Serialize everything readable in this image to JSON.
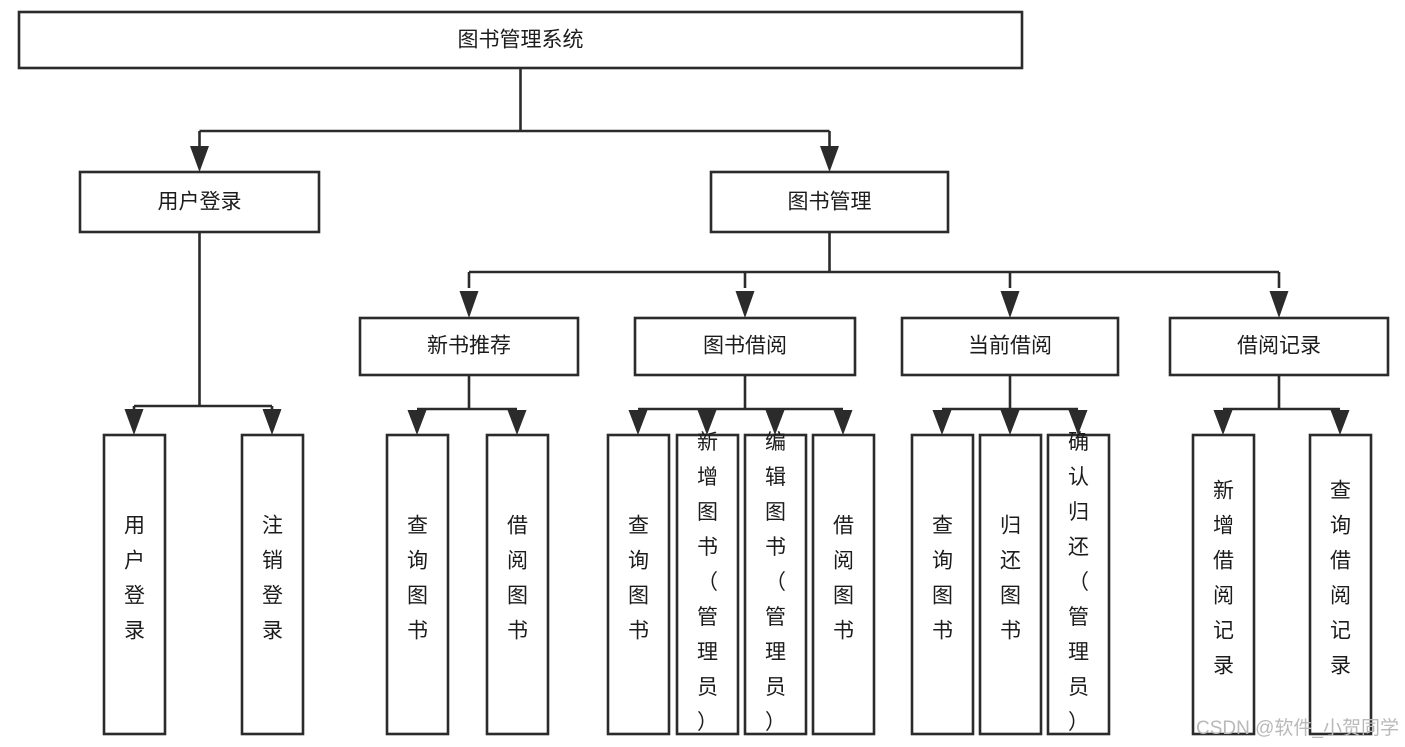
{
  "diagram": {
    "title": "图书管理系统",
    "type": "tree",
    "watermark": "CSDN @软件_小贺同学",
    "root": {
      "id": "root",
      "label": "图书管理系统",
      "orientation": "horizontal"
    },
    "level2": [
      {
        "id": "user-login",
        "label": "用户登录",
        "orientation": "horizontal"
      },
      {
        "id": "book-manage",
        "label": "图书管理",
        "orientation": "horizontal"
      }
    ],
    "level3": [
      {
        "id": "new-book-recommend",
        "label": "新书推荐",
        "orientation": "horizontal",
        "parent": "book-manage"
      },
      {
        "id": "book-borrow",
        "label": "图书借阅",
        "orientation": "horizontal",
        "parent": "book-manage"
      },
      {
        "id": "current-borrow",
        "label": "当前借阅",
        "orientation": "horizontal",
        "parent": "book-manage"
      },
      {
        "id": "borrow-record",
        "label": "借阅记录",
        "orientation": "horizontal",
        "parent": "book-manage"
      }
    ],
    "leaves": [
      {
        "id": "leaf-user-login",
        "label": "用户登录",
        "orientation": "vertical",
        "parent": "user-login"
      },
      {
        "id": "leaf-logout",
        "label": "注销登录",
        "orientation": "vertical",
        "parent": "user-login"
      },
      {
        "id": "leaf-query-book-1",
        "label": "查询图书",
        "orientation": "vertical",
        "parent": "new-book-recommend"
      },
      {
        "id": "leaf-borrow-book-1",
        "label": "借阅图书",
        "orientation": "vertical",
        "parent": "new-book-recommend"
      },
      {
        "id": "leaf-query-book-2",
        "label": "查询图书",
        "orientation": "vertical",
        "parent": "book-borrow"
      },
      {
        "id": "leaf-add-book",
        "label": "新增图书（管理员）",
        "orientation": "vertical",
        "parent": "book-borrow"
      },
      {
        "id": "leaf-edit-book",
        "label": "编辑图书（管理员）",
        "orientation": "vertical",
        "parent": "book-borrow"
      },
      {
        "id": "leaf-borrow-book-2",
        "label": "借阅图书",
        "orientation": "vertical",
        "parent": "book-borrow"
      },
      {
        "id": "leaf-query-book-3",
        "label": "查询图书",
        "orientation": "vertical",
        "parent": "current-borrow"
      },
      {
        "id": "leaf-return-book",
        "label": "归还图书",
        "orientation": "vertical",
        "parent": "current-borrow"
      },
      {
        "id": "leaf-confirm-return",
        "label": "确认归还（管理员）",
        "orientation": "vertical",
        "parent": "current-borrow"
      },
      {
        "id": "leaf-add-record",
        "label": "新增借阅记录",
        "orientation": "vertical",
        "parent": "borrow-record"
      },
      {
        "id": "leaf-query-record",
        "label": "查询借阅记录",
        "orientation": "vertical",
        "parent": "borrow-record"
      }
    ],
    "colors": {
      "stroke": "#2b2b2b",
      "fill": "#ffffff",
      "text": "#1c1c1c",
      "watermark": "#b9b9b9",
      "background": "#ffffff"
    }
  }
}
